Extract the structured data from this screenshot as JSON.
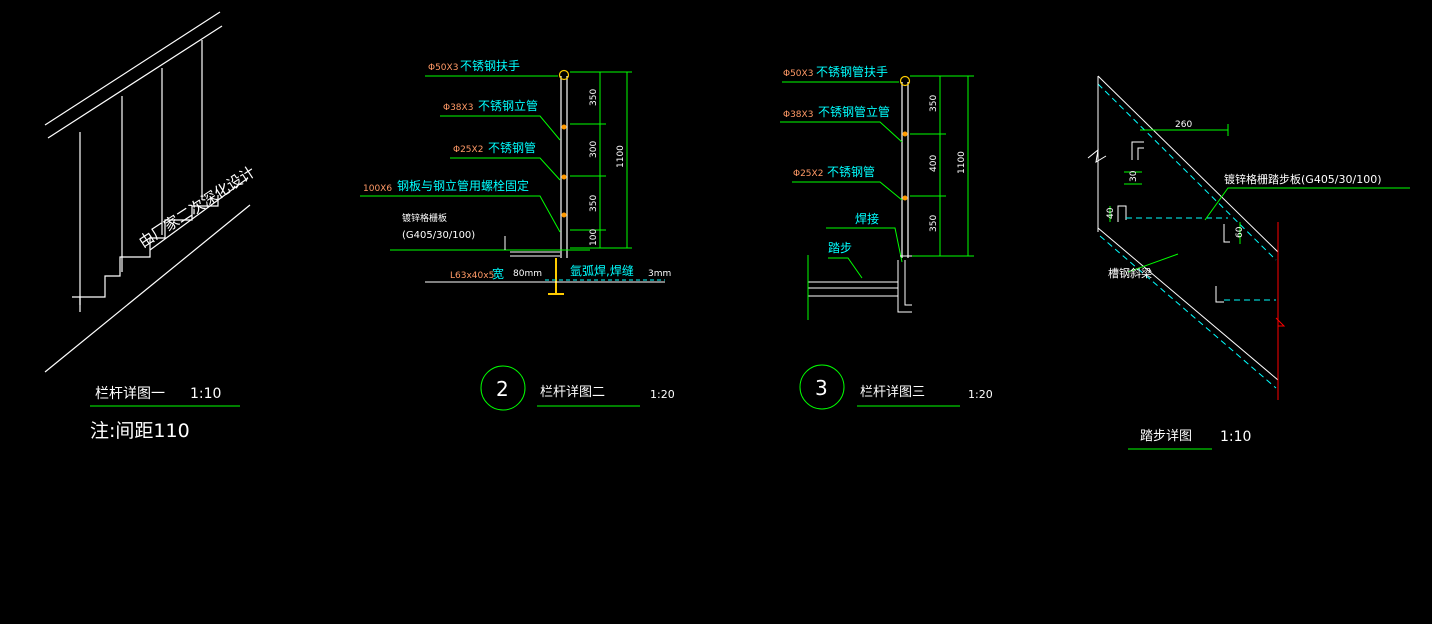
{
  "colors": {
    "background": "#000000",
    "line_white": "#ffffff",
    "label_cyan": "#00ffff",
    "dim_green": "#00ff00",
    "spec_orange": "#ff9966",
    "accent_red": "#ff0000",
    "joint_yellow": "#ffcc00"
  },
  "detail1": {
    "vertical_text": "由厂家二次深化设计",
    "title": "栏杆详图一",
    "scale": "1:10",
    "note": "注:间距110"
  },
  "detail2": {
    "number": "2",
    "title": "栏杆详图二",
    "scale": "1:20",
    "labels": {
      "handrail_spec": "Φ50X3",
      "handrail": "不锈钢扶手",
      "post_spec": "Φ38X3",
      "post": "不锈钢立管",
      "tube_spec": "Φ25X2",
      "tube": "不锈钢管",
      "plate_spec": "100X6",
      "plate": "钢板与钢立管用螺栓固定",
      "tread": "镀锌格栅板",
      "tread_spec": "(G405/30/100)",
      "angle": "L63x40x5",
      "wide": "宽",
      "width_dim": "80mm",
      "weld": "氩弧焊,焊缝",
      "weld_dim": "3mm"
    },
    "dims": {
      "d1": "350",
      "d2": "300",
      "d3": "350",
      "d4": "100",
      "total": "1100"
    }
  },
  "detail3": {
    "number": "3",
    "title": "栏杆详图三",
    "scale": "1:20",
    "labels": {
      "handrail_spec": "Φ50X3",
      "handrail": "不锈钢管扶手",
      "post_spec": "Φ38X3",
      "post": "不锈钢管立管",
      "tube_spec": "Φ25X2",
      "tube": "不锈钢管",
      "weld": "焊接",
      "tread": "踏步"
    },
    "dims": {
      "d1": "350",
      "d2": "400",
      "d3": "350",
      "total": "1100"
    }
  },
  "detail4": {
    "title": "踏步详图",
    "scale": "1:10",
    "labels": {
      "grating": "镀锌格栅踏步板(G405/30/100)",
      "beam": "槽钢斜梁"
    },
    "dims": {
      "run": "260",
      "d30": "30",
      "d40": "40",
      "d60": "60"
    }
  }
}
